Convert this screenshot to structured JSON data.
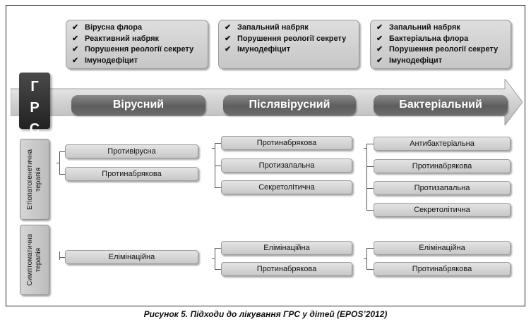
{
  "header_boxes": [
    {
      "items": [
        "Вірусна флора",
        "Реактивний набряк",
        "Порушення реології секрету",
        "Імунодефіцит"
      ]
    },
    {
      "items": [
        "Запальний набряк",
        "Порушення реології секрету",
        "Імунодефіцит"
      ]
    },
    {
      "items": [
        "Запальний набряк",
        "Бактеріальна флора",
        "Порушення реології секрету",
        "Імунодефіцит"
      ]
    }
  ],
  "check_mark": "✔",
  "grs_label": [
    "Г",
    "Р",
    "С"
  ],
  "phases": [
    "Вірусний",
    "Післявірусний",
    "Бактеріальний"
  ],
  "row_labels": {
    "etiopathogenetic": "Етіопатогенетична терапія",
    "symptomatic": "Симптоматична терапія"
  },
  "etiopathogenetic": [
    [
      "Противірусна",
      "Протинабрякова"
    ],
    [
      "Протинабрякова",
      "Протизапальна",
      "Секретолітична"
    ],
    [
      "Антибактеріальна",
      "Протинабрякова",
      "Протизапальна",
      "Секретолітична"
    ]
  ],
  "symptomatic": [
    [
      "Елімінаційна"
    ],
    [
      "Елімінаційна",
      "Протинабрякова"
    ],
    [
      "Елімінаційна",
      "Протинабрякова"
    ]
  ],
  "caption": "Рисунок 5. Підходи до лікування ГРС у дітей (EPOS’2012)",
  "colors": {
    "phase_bar": "#6b6b6b",
    "pill": "#d6d6d6",
    "grs_box": "#2e2e2e"
  }
}
